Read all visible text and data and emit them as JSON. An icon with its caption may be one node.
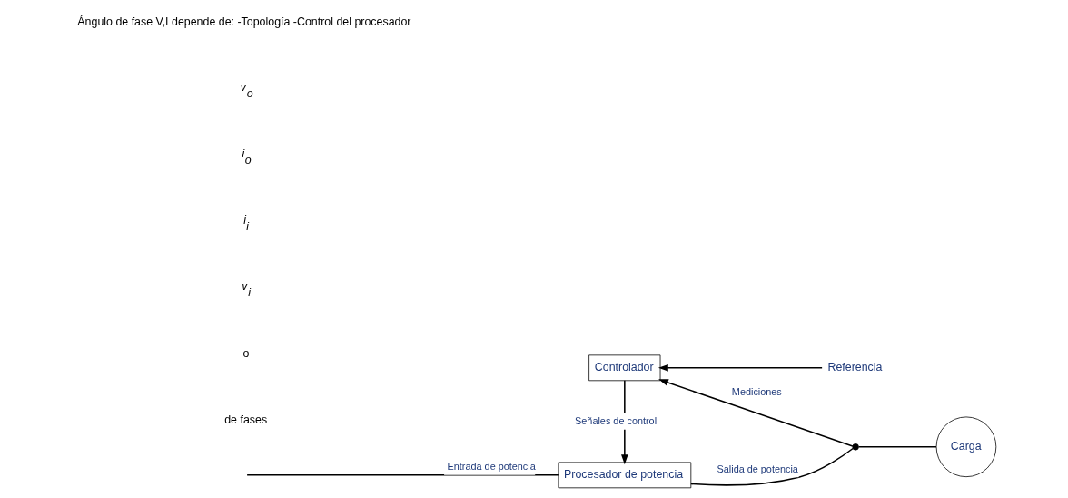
{
  "diagram": {
    "nodes": [
      {
        "text": [
          "Procesador de potencia"
        ]
      },
      {
        "text": [
          "Carga"
        ]
      },
      {
        "text": [
          "Controlador"
        ]
      },
      {
        "text": [],
        "shape": "circle"
      },
      {
        "text": [
          "Referencia"
        ]
      }
    ],
    "edges": [
      {
        "from": null,
        "to": 0,
        "arrow": "none",
        "label": "Entrada de potencia"
      },
      {
        "from": 0,
        "to": 3,
        "arrow": "none",
        "label": "Salida de potencia"
      },
      {
        "from": 3,
        "to": 1,
        "arrow": "none"
      },
      {
        "from": 3,
        "to": 2,
        "arrow": "to",
        "label": "Mediciones"
      },
      {
        "from": 2,
        "to": 0,
        "arrow": "to",
        "label": "Señales de control"
      },
      {
        "from": 4,
        "to": 2,
        "arrow": "to"
      }
    ],
    "labels": [
      "de fases",
      "o",
      "v$_{i}$",
      "i$_{i}$",
      "i$_{o}$",
      "v$_{o}$",
      "Ángulo de fase V,I depende de: -Topología -Control del procesador"
    ]
  }
}
